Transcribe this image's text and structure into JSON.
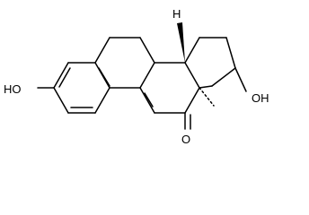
{
  "molecule": {
    "atom_labels": {
      "hydroxyl_left": "HO",
      "hydroxyl_right": "OH",
      "ketone_oxygen": "O",
      "stereo_hydrogen": "H"
    },
    "colors": {
      "bond": "#000000",
      "background": "#ffffff"
    }
  }
}
